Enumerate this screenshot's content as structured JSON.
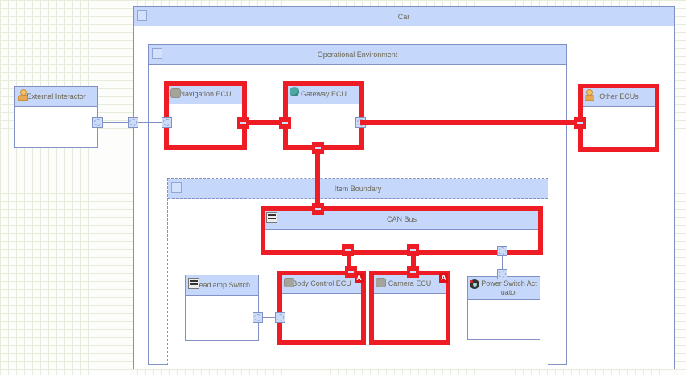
{
  "containers": {
    "car": {
      "label": "Car"
    },
    "operational_environment": {
      "label": "Operational Environment"
    },
    "item_boundary": {
      "label": "Item Boundary"
    }
  },
  "blocks": {
    "external_interactor": {
      "label": "External Interactor",
      "icon": "person-icon",
      "highlighted": false
    },
    "navigation_ecu": {
      "label": "Navigation ECU",
      "icon": "ecu-chip-icon",
      "highlighted": true
    },
    "gateway_ecu": {
      "label": "Gateway ECU",
      "icon": "network-icon",
      "highlighted": true
    },
    "other_ecus": {
      "label": "Other ECUs",
      "icon": "person-icon",
      "highlighted": true
    },
    "can_bus": {
      "label": "CAN Bus",
      "icon": "bus-icon",
      "highlighted": true
    },
    "headlamp_switch": {
      "label": "Headlamp Switch",
      "icon": "switch-icon",
      "highlighted": false
    },
    "body_control_ecu": {
      "label": "Body Control ECU",
      "icon": "ecu-chip-icon",
      "highlighted": true,
      "badge": "A"
    },
    "camera_ecu": {
      "label": "Camera ECU",
      "icon": "ecu-chip-icon",
      "highlighted": true,
      "badge": "A"
    },
    "power_switch_actuator": {
      "label": "Power Switch Actuator",
      "icon": "actuator-icon",
      "highlighted": false
    }
  },
  "connections": [
    {
      "from": "external_interactor",
      "to": "navigation_ecu",
      "highlighted": false
    },
    {
      "from": "navigation_ecu",
      "to": "gateway_ecu",
      "highlighted": true
    },
    {
      "from": "gateway_ecu",
      "to": "other_ecus",
      "highlighted": true
    },
    {
      "from": "gateway_ecu",
      "to": "can_bus",
      "highlighted": true
    },
    {
      "from": "can_bus",
      "to": "body_control_ecu",
      "highlighted": true
    },
    {
      "from": "can_bus",
      "to": "camera_ecu",
      "highlighted": true
    },
    {
      "from": "can_bus",
      "to": "power_switch_actuator",
      "highlighted": false
    },
    {
      "from": "headlamp_switch",
      "to": "body_control_ecu",
      "highlighted": false
    }
  ],
  "colors": {
    "header_fill": "#c5d7fb",
    "shape_border": "#8191c6",
    "highlight_red": "#ee1c24",
    "grid_line": "#e6ecdc",
    "label_text": "#6d6752"
  }
}
